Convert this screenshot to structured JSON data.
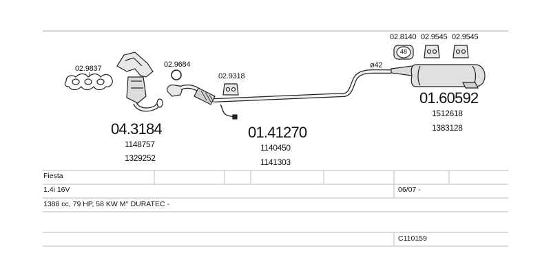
{
  "parts": [
    {
      "id": "gasket_manifold",
      "code": "02.9837"
    },
    {
      "id": "catalytic_converter",
      "main": "04.3184",
      "refs": [
        "1148757",
        "1329252"
      ]
    },
    {
      "id": "seal_ring",
      "code": "02.9684"
    },
    {
      "id": "mount_front",
      "code": "02.9318"
    },
    {
      "id": "middle_pipe",
      "main": "01.41270",
      "refs": [
        "1140450",
        "1141303"
      ]
    },
    {
      "id": "pipe_diameter",
      "label": "ø42"
    },
    {
      "id": "clamp",
      "code": "02.8140",
      "clamp_size": "48"
    },
    {
      "id": "hanger_1",
      "code": "02.9545"
    },
    {
      "id": "hanger_2",
      "code": "02.9545"
    },
    {
      "id": "rear_silencer",
      "main": "01.60592",
      "refs": [
        "1512618",
        "1383128"
      ]
    }
  ],
  "vehicle": {
    "model": "Fiesta",
    "engine": "1.4i 16V",
    "date": "06/07 -",
    "spec": "1388 cc, 79 HP, 58 KW M° DURATEC -",
    "catalog_code": "C110159"
  },
  "colors": {
    "ink": "#222222",
    "grid": "#c8c8c8",
    "part_fill": "#e8e8e8"
  }
}
